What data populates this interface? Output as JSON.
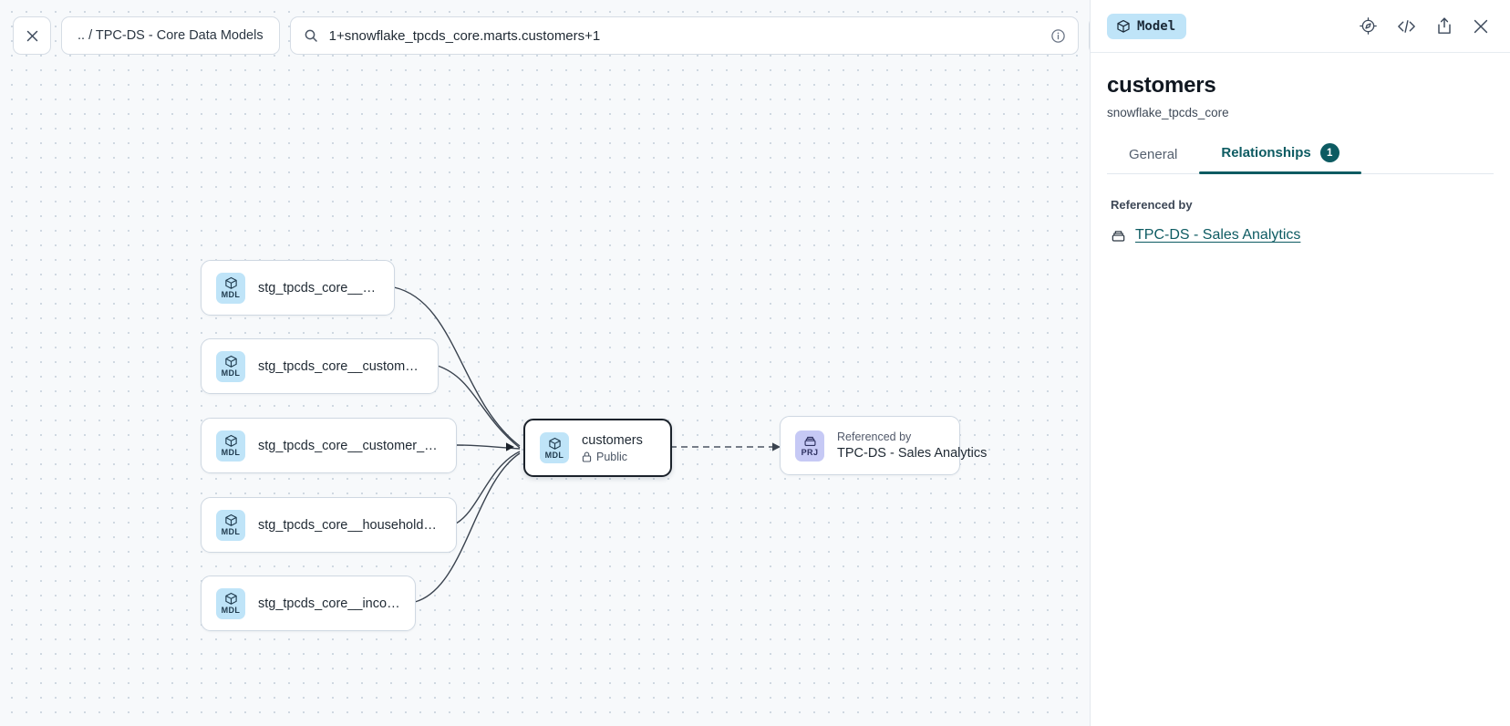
{
  "toolbar": {
    "close_icon": "close-icon",
    "breadcrumb": ".. / TPC-DS - Core Data Models",
    "search_icon": "search-icon",
    "search_value": "1+snowflake_tpcds_core.marts.customers+1",
    "info_icon": "info-icon",
    "refresh_icon": "refresh-icon"
  },
  "graph": {
    "nodes": [
      {
        "id": "n1",
        "badge": "MDL",
        "badge_kind": "mdl",
        "title": "stg_tpcds_core__customer",
        "truncated": false
      },
      {
        "id": "n2",
        "badge": "MDL",
        "badge_kind": "mdl",
        "title": "stg_tpcds_core__customer_address",
        "truncated": false
      },
      {
        "id": "n3",
        "badge": "MDL",
        "badge_kind": "mdl",
        "title": "stg_tpcds_core__customer_demogra…",
        "truncated": true
      },
      {
        "id": "n4",
        "badge": "MDL",
        "badge_kind": "mdl",
        "title": "stg_tpcds_core__household_demogr…",
        "truncated": true
      },
      {
        "id": "n5",
        "badge": "MDL",
        "badge_kind": "mdl",
        "title": "stg_tpcds_core__income_band",
        "truncated": false
      }
    ],
    "center_node": {
      "badge": "MDL",
      "badge_kind": "mdl",
      "title": "customers",
      "access_icon": "lock-icon",
      "access": "Public"
    },
    "project_node": {
      "badge": "PRJ",
      "badge_kind": "prj",
      "kicker": "Referenced by",
      "title": "TPC-DS - Sales Analytics"
    },
    "edge_color": "#3a434f"
  },
  "panel": {
    "type_badge": {
      "icon": "cube-icon",
      "label": "Model"
    },
    "actions": [
      {
        "icon": "lineage-compass-icon"
      },
      {
        "icon": "code-icon"
      },
      {
        "icon": "share-icon"
      },
      {
        "icon": "close-icon"
      }
    ],
    "title": "customers",
    "subtitle": "snowflake_tpcds_core",
    "tabs": [
      {
        "label": "General",
        "active": false,
        "count": null
      },
      {
        "label": "Relationships",
        "active": true,
        "count": "1"
      }
    ],
    "section_label": "Referenced by",
    "referenced_by": [
      {
        "icon": "project-icon",
        "label": "TPC-DS - Sales Analytics"
      }
    ]
  },
  "colors": {
    "accent_teal": "#0d5b62",
    "badge_blue": "#bfe4f8",
    "badge_purple": "#c6c9f5",
    "canvas": "#f7f9fb"
  }
}
